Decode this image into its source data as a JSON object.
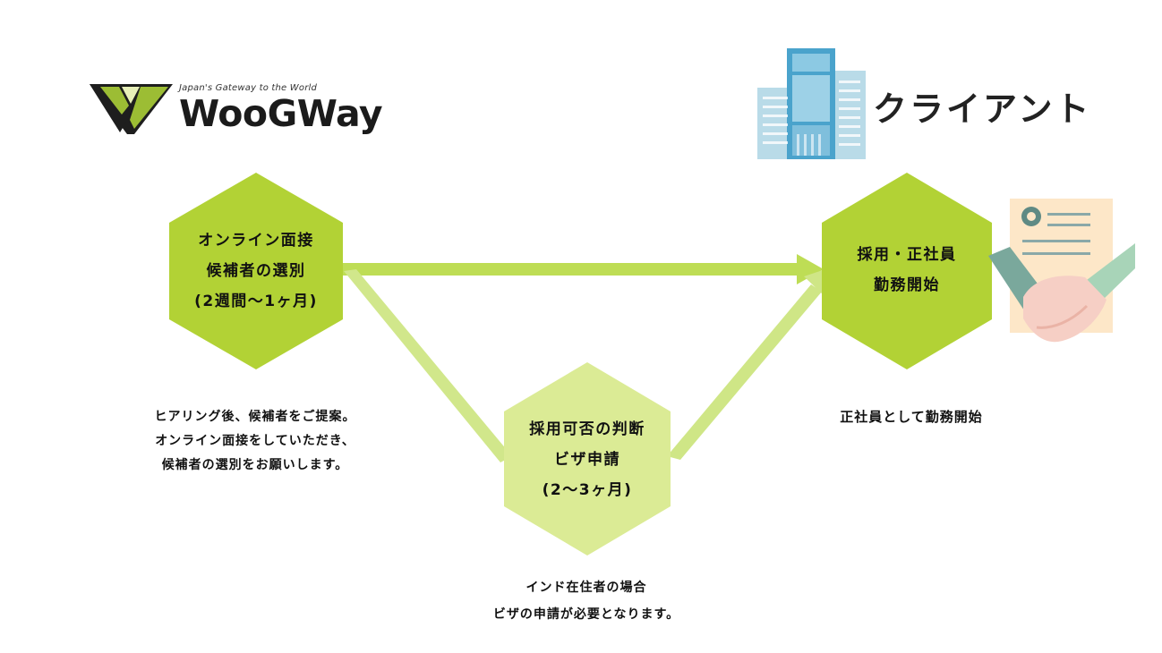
{
  "logo": {
    "tagline": "Japan's Gateway to the World",
    "wordmark": "WooGWay",
    "icon": "woogway-w-logo-icon"
  },
  "client": {
    "title": "クライアント",
    "icon": "office-building-icon"
  },
  "steps": {
    "interview": {
      "lines": [
        "オンライン面接",
        "候補者の選別",
        "(2週間～1ヶ月)"
      ],
      "description": [
        "ヒアリング後、候補者をご提案。",
        "オンライン面接をしていただき、",
        "候補者の選別をお願いします。"
      ]
    },
    "visa": {
      "lines": [
        "採用可否の判断",
        "ビザ申請",
        "(2～3ヶ月)"
      ],
      "description": [
        "インド在住者の場合",
        "ビザの申請が必要となります。"
      ]
    },
    "hire": {
      "lines": [
        "採用・正社員",
        "勤務開始"
      ],
      "description": [
        "正社員として勤務開始"
      ],
      "icon": "contract-handshake-icon"
    }
  },
  "colors": {
    "hex_primary": "#b2d235",
    "hex_light": "#dbeb95",
    "arrow": "#c4e06a",
    "arrow_light": "#d1e78b",
    "logo_green": "#9cbd34",
    "logo_dark": "#1e1e1e"
  }
}
